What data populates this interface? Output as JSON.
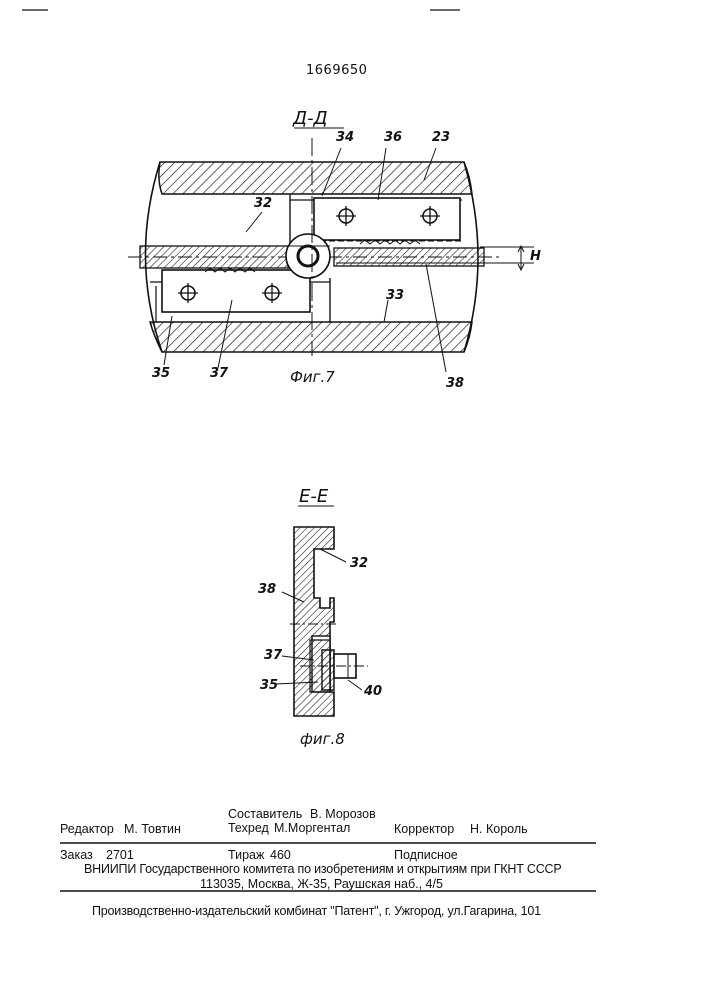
{
  "patent_number": "1669650",
  "fig7": {
    "section": "Д-Д",
    "caption": "Фиг.7",
    "labels": {
      "l34": "34",
      "l36": "36",
      "l23": "23",
      "l32": "32",
      "lH": "H",
      "l33": "33",
      "l35": "35",
      "l37": "37",
      "l38": "38"
    }
  },
  "fig8": {
    "section": "E-E",
    "caption": "фиг.8",
    "labels": {
      "l32": "32",
      "l38": "38",
      "l37": "37",
      "l35": "35",
      "l40": "40"
    }
  },
  "imprint": {
    "compiler_label": "Составитель",
    "compiler_name": "В. Морозов",
    "editor_label": "Редактор",
    "editor_name": "М. Товтин",
    "techred_label": "Техред",
    "techred_name": "М.Моргентал",
    "corrector_label": "Корректор",
    "corrector_name": "Н. Король",
    "order_label": "Заказ",
    "order_no": "2701",
    "circulation_label": "Тираж",
    "circulation_no": "460",
    "subscription": "Подписное",
    "vniipi": "ВНИИПИ Государственного комитета по изобретениям и открытиям при ГКНТ СССР",
    "address": "113035, Москва, Ж-35, Раушская наб., 4/5",
    "publisher": "Производственно-издательский комбинат \"Патент\", г. Ужгород, ул.Гагарина, 101"
  }
}
